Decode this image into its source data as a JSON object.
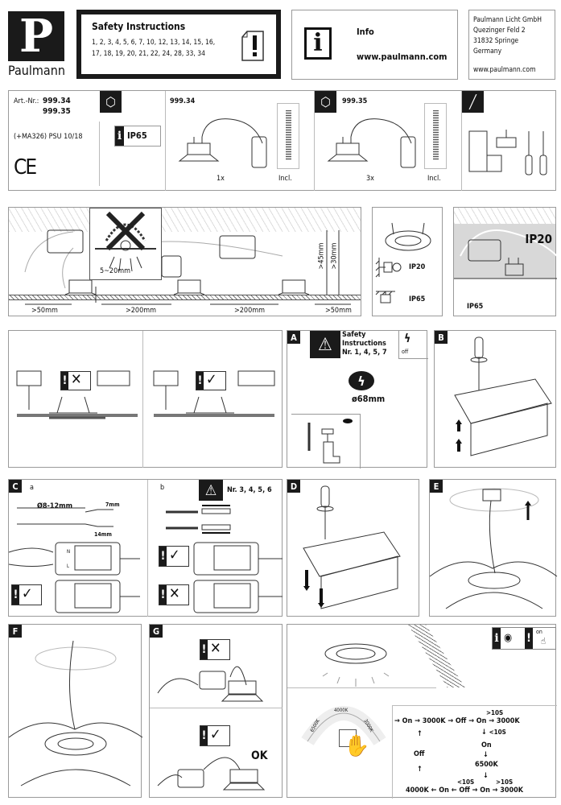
{
  "header": {
    "brand": "Paulmann",
    "logo_letter": "P",
    "safety": {
      "title": "Safety Instructions",
      "numbers_line1": "1, 2, 3, 4, 5, 6, 7, 10, 12, 13, 14, 15, 16,",
      "numbers_line2": "17, 18, 19, 20, 21, 22, 24, 28, 33, 34"
    },
    "info": {
      "title": "Info",
      "url": "www.paulmann.com"
    },
    "address": {
      "line1": "Paulmann Licht GmbH",
      "line2": "Quezinger Feld 2",
      "line3": "31832 Springe",
      "line4": "Germany",
      "url": "www.paulmann.com"
    }
  },
  "product": {
    "art_label": "Art.-Nr.:",
    "art1": "999.34",
    "art2": "999.35",
    "psu": "(+MA326) PSU 10/18",
    "ce": "CE",
    "ip": "IP65",
    "set1": {
      "id": "999.34",
      "qty": "1x",
      "incl": "Incl."
    },
    "set2": {
      "id": "999.35",
      "qty": "3x",
      "incl": "Incl."
    }
  },
  "installation": {
    "dims": {
      "gap": "5~20mm",
      "edge_left": ">50mm",
      "spacing1": ">200mm",
      "spacing2": ">200mm",
      "edge_right": ">50mm",
      "depth1": ">45mm",
      "depth2": ">30mm"
    },
    "ip_mount": {
      "side": "IP20",
      "bottom": "IP65"
    },
    "ip_zone": {
      "upper": "IP20",
      "lower": "IP65"
    }
  },
  "steps": {
    "A": {
      "label": "A",
      "safety_title1": "Safety",
      "safety_title2": "Instructions",
      "safety_nr": "Nr. 1, 4, 5, 7",
      "off": "off",
      "hole": "ø68mm"
    },
    "B": {
      "label": "B"
    },
    "C": {
      "label": "C",
      "sub_a": "a",
      "sub_b": "b",
      "diameter": "Ø8-12mm",
      "strip1": "7mm",
      "strip2": "14mm",
      "safety_nr": "Nr. 3, 4, 5, 6",
      "term_n": "N",
      "term_l": "L"
    },
    "D": {
      "label": "D"
    },
    "E": {
      "label": "E"
    },
    "F": {
      "label": "F"
    },
    "G": {
      "label": "G",
      "ok": "OK"
    },
    "H": {
      "on": "on",
      "dial": [
        "6500K",
        "4000K",
        "3000K"
      ],
      "flow": {
        "r1": [
          "On",
          "3000K",
          "Off",
          ">10S",
          "On",
          "3000K"
        ],
        "lt10a": "<10S",
        "on_mid": "On",
        "k6500": "6500K",
        "off_left": "Off",
        "r3": [
          "4000K",
          "On",
          "<10S",
          "Off",
          ">10S",
          "On",
          "3000K"
        ]
      }
    }
  }
}
